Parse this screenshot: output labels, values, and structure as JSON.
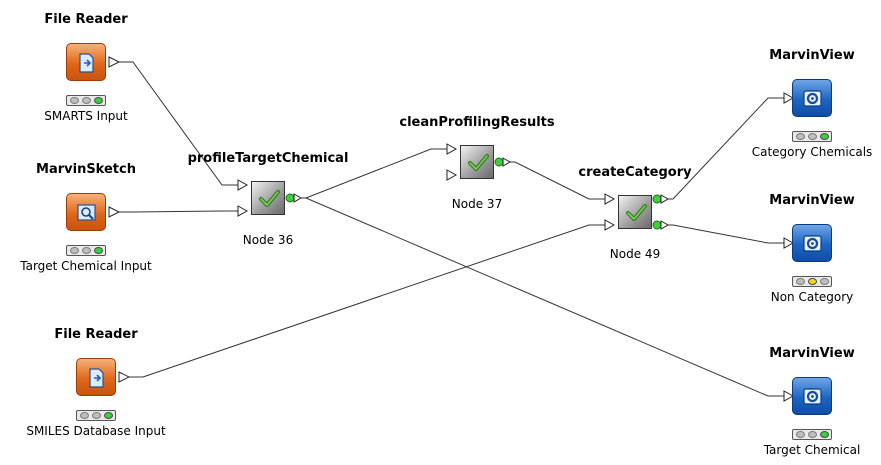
{
  "colors": {
    "wire": "#333333",
    "port_green": "#3ed13e",
    "light_green": "#38d038",
    "light_yellow": "#f2d21a",
    "light_off": "#bdbdbd",
    "source_node": "#e0671b",
    "viewer_node": "#1d64c2",
    "meta_node": "#8c8c8c"
  },
  "nodes": [
    {
      "id": "fr1",
      "title": "File Reader",
      "label": "SMARTS Input",
      "kind": "source",
      "icon": "file-reader-icon",
      "status": "green"
    },
    {
      "id": "ms",
      "title": "MarvinSketch",
      "label": "Target Chemical Input",
      "kind": "source",
      "icon": "marvin-sketch-icon",
      "status": "green"
    },
    {
      "id": "fr2",
      "title": "File Reader",
      "label": "SMILES Database Input",
      "kind": "source",
      "icon": "file-reader-icon",
      "status": "green"
    },
    {
      "id": "n36",
      "title": "profileTargetChemical",
      "label": "Node 36",
      "kind": "meta",
      "icon": "checkmark-icon"
    },
    {
      "id": "n37",
      "title": "cleanProfilingResults",
      "label": "Node 37",
      "kind": "meta",
      "icon": "checkmark-icon"
    },
    {
      "id": "n49",
      "title": "createCategory",
      "label": "Node 49",
      "kind": "meta",
      "icon": "checkmark-icon"
    },
    {
      "id": "mv1",
      "title": "MarvinView",
      "label": "Category Chemicals",
      "kind": "viewer",
      "icon": "marvin-view-icon",
      "status": "green"
    },
    {
      "id": "mv2",
      "title": "MarvinView",
      "label": "Non Category",
      "kind": "viewer",
      "icon": "marvin-view-icon",
      "status": "yellow"
    },
    {
      "id": "mv3",
      "title": "MarvinView",
      "label": "Target Chemical",
      "kind": "viewer",
      "icon": "marvin-view-icon",
      "status": "green"
    }
  ],
  "connections": [
    {
      "from": "fr1",
      "from_port": 0,
      "to": "n36",
      "to_port": 0
    },
    {
      "from": "ms",
      "from_port": 0,
      "to": "n36",
      "to_port": 1
    },
    {
      "from": "n36",
      "from_port": 0,
      "to": "n37",
      "to_port": 0
    },
    {
      "from": "n37",
      "from_port": 0,
      "to": "n49",
      "to_port": 0
    },
    {
      "from": "fr2",
      "from_port": 0,
      "to": "n49",
      "to_port": 1
    },
    {
      "from": "n49",
      "from_port": 0,
      "to": "mv1",
      "to_port": 0
    },
    {
      "from": "n49",
      "from_port": 1,
      "to": "mv2",
      "to_port": 0
    },
    {
      "from": "n36",
      "from_port": 0,
      "to": "mv3",
      "to_port": 0
    }
  ]
}
